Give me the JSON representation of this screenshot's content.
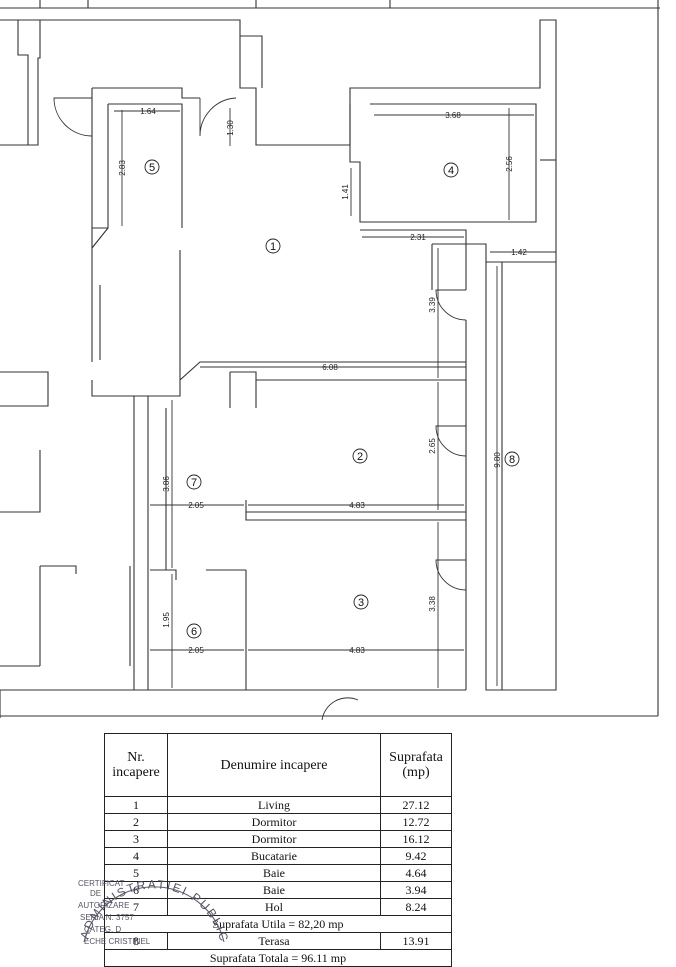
{
  "plan": {
    "rooms": [
      {
        "id": "1"
      },
      {
        "id": "2"
      },
      {
        "id": "3"
      },
      {
        "id": "4"
      },
      {
        "id": "5"
      },
      {
        "id": "6"
      },
      {
        "id": "7"
      },
      {
        "id": "8"
      }
    ],
    "dims": {
      "d164": "1.64",
      "d130": "1.30",
      "d283": "2.83",
      "d368": "3.68",
      "d256": "2.56",
      "d141": "1.41",
      "d231": "2.31",
      "d142": "1.42",
      "d339": "3.39",
      "d608": "6.08",
      "d265": "2.65",
      "d980": "9.80",
      "d386": "3.86",
      "d205a": "2.05",
      "d483a": "4.83",
      "d338": "3.38",
      "d195": "1.95",
      "d205b": "2.05",
      "d483b": "4.83"
    }
  },
  "legend": {
    "headers": [
      "Nr. incapere",
      "Denumire incapere",
      "Suprafata (mp)"
    ],
    "rows": [
      {
        "nr": "1",
        "name": "Living",
        "area": "27.12"
      },
      {
        "nr": "2",
        "name": "Dormitor",
        "area": "12.72"
      },
      {
        "nr": "3",
        "name": "Dormitor",
        "area": "16.12"
      },
      {
        "nr": "4",
        "name": "Bucatarie",
        "area": "9.42"
      },
      {
        "nr": "5",
        "name": "Baie",
        "area": "4.64"
      },
      {
        "nr": "6",
        "name": "Baie",
        "area": "3.94"
      },
      {
        "nr": "7",
        "name": "Hol",
        "area": "8.24"
      }
    ],
    "util": "Suprafata Utila = 82,20 mp",
    "terrace": {
      "nr": "8",
      "name": "Terasa",
      "area": "13.91"
    },
    "total": "Suprafata Totala = 96.11 mp"
  },
  "stamp": {
    "arc_text": "ADMINISTRATIEI PUBLICE",
    "lines": [
      "CERTIFICAT",
      "DE",
      "AUTORIZARE",
      "SERIA N. 3757",
      "CATEG. D",
      "ECHE CRISTINEL"
    ]
  }
}
